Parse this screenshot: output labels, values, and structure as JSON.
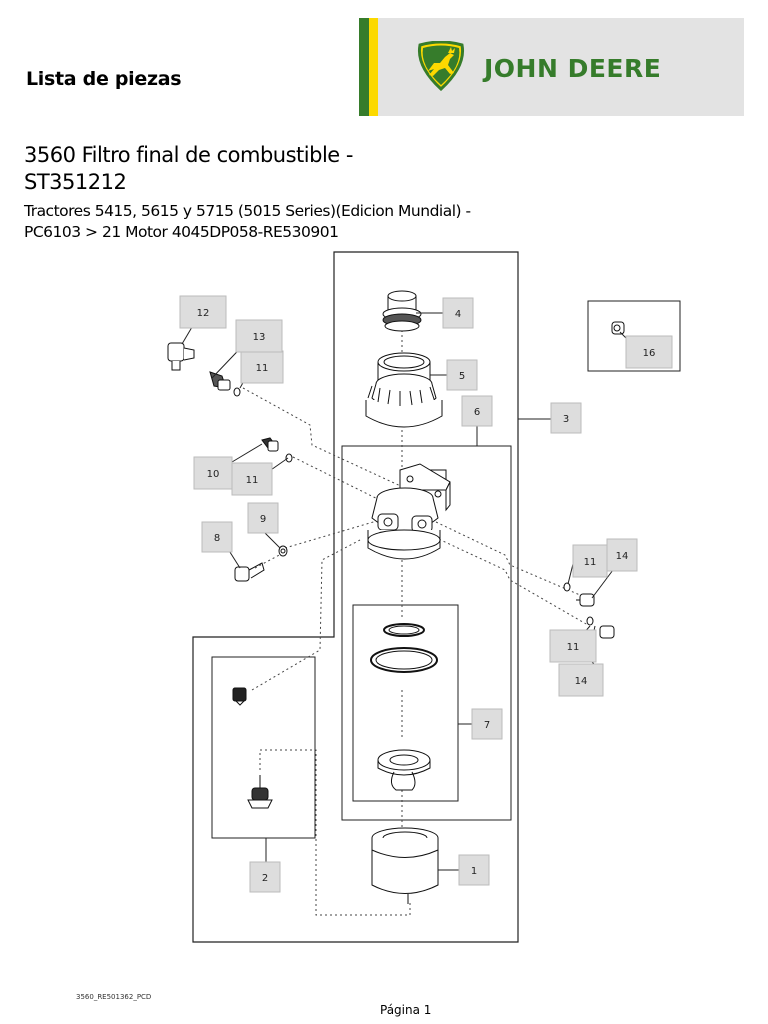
{
  "header": {
    "title": "Lista de piezas",
    "logo_text": "JOHN DEERE",
    "colors": {
      "green": "#367c2b",
      "yellow": "#fcd900",
      "panel": "#e3e3e3"
    }
  },
  "document": {
    "title_line1": "3560 Filtro final de combustible -",
    "title_line2": "ST351212",
    "subtitle_line1": "Tractores 5415, 5615 y 5715 (5015 Series)(Edicion Mundial) -",
    "subtitle_line2": "PC6103 > 21 Motor 4045DP058-RE530901"
  },
  "diagram": {
    "callouts": [
      {
        "id": "c1",
        "label": "1"
      },
      {
        "id": "c2",
        "label": "2"
      },
      {
        "id": "c3",
        "label": "3"
      },
      {
        "id": "c4",
        "label": "4"
      },
      {
        "id": "c5",
        "label": "5"
      },
      {
        "id": "c6",
        "label": "6"
      },
      {
        "id": "c7",
        "label": "7"
      },
      {
        "id": "c8",
        "label": "8"
      },
      {
        "id": "c9",
        "label": "9"
      },
      {
        "id": "c10",
        "label": "10"
      },
      {
        "id": "c11a",
        "label": "11"
      },
      {
        "id": "c11b",
        "label": "11"
      },
      {
        "id": "c11c",
        "label": "11"
      },
      {
        "id": "c11d",
        "label": "11"
      },
      {
        "id": "c12",
        "label": "12"
      },
      {
        "id": "c13",
        "label": "13"
      },
      {
        "id": "c14a",
        "label": "14"
      },
      {
        "id": "c14b",
        "label": "14"
      },
      {
        "id": "c16",
        "label": "16"
      }
    ]
  },
  "footer": {
    "code": "3560_RE501362_PCD",
    "page": "Página 1"
  }
}
